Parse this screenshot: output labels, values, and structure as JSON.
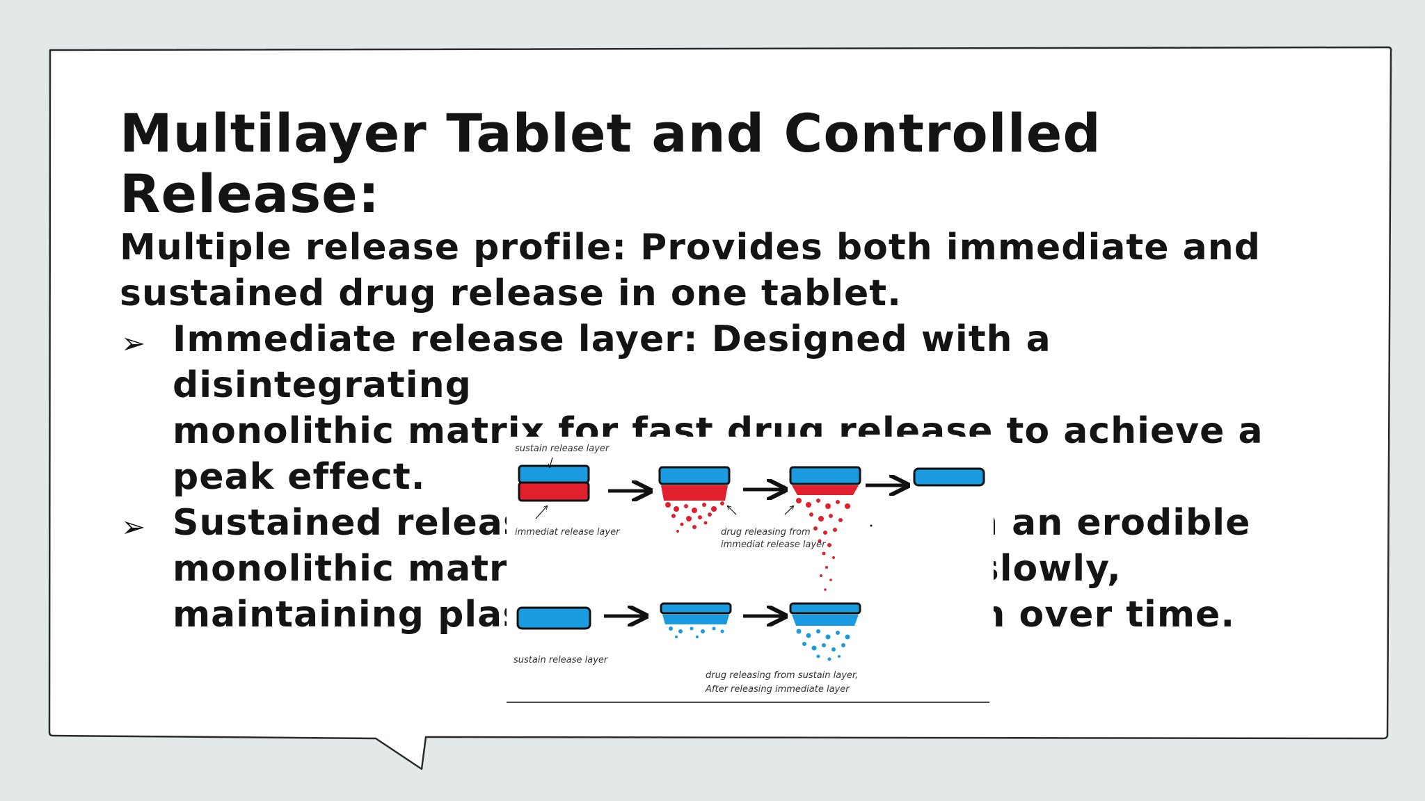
{
  "slide": {
    "title": "Multilayer Tablet and Controlled Release:",
    "intro_line1": "Multiple release profile: Provides both immediate and",
    "intro_line2": "sustained drug release in one tablet.",
    "bullets": [
      {
        "line1": "Immediate release layer: Designed with a disintegrating",
        "line2": "monolithic matrix for fast drug release to achieve a",
        "line3": "peak effect."
      },
      {
        "line1": "Sustained release layer: Designed with an erodible",
        "line2": "monolithic matrix to release the drug slowly,",
        "line3": "maintaining plasma drug concentration over time."
      }
    ],
    "bullet_icon": "arrowhead-bullet-icon"
  },
  "diagram": {
    "labels": {
      "sustain_top": "sustain release layer",
      "immediate": "immediat release layer",
      "releasing_immediate_1": "drug releasing from",
      "releasing_immediate_2": "immediat release layer",
      "sustain_bottom": "sustain release layer",
      "releasing_sustain_1": "drug releasing from sustain layer,",
      "releasing_sustain_2": "After releasing immediate layer"
    },
    "colors": {
      "sustained_layer": "#1a9be0",
      "immediate_layer": "#e0202c",
      "outline": "#111111"
    }
  },
  "colors": {
    "background": "#e3e8e8",
    "bubble_fill": "#ffffff",
    "text": "#141414"
  }
}
